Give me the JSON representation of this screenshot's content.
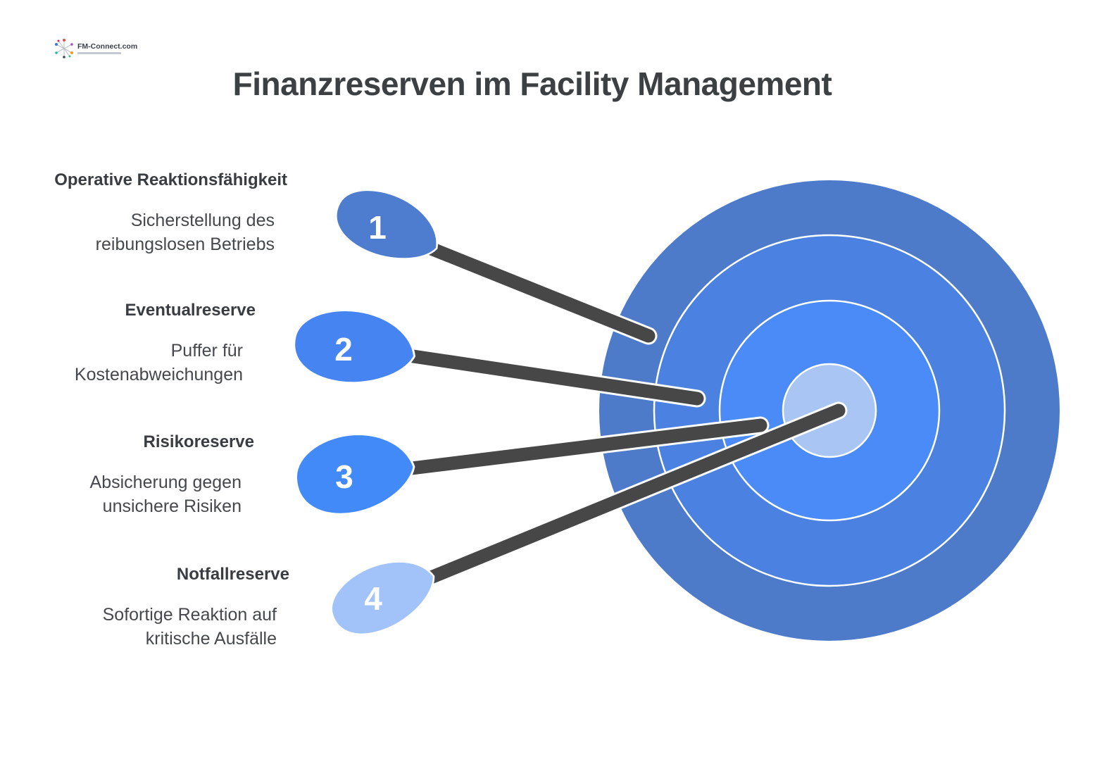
{
  "logo": {
    "text": "FM-Connect.com"
  },
  "title": "Finanzreserven im Facility Management",
  "items": [
    {
      "number": "1",
      "heading": "Operative Reaktionsfähigkeit",
      "desc_line1": "Sicherstellung des",
      "desc_line2": "reibungslosen Betriebs",
      "color": "#4E7CCE"
    },
    {
      "number": "2",
      "heading": "Eventualreserve",
      "desc_line1": "Puffer für",
      "desc_line2": "Kostenabweichungen",
      "color": "#4584F1"
    },
    {
      "number": "3",
      "heading": "Risikoreserve",
      "desc_line1": "Absicherung gegen",
      "desc_line2": "unsichere Risiken",
      "color": "#428AF8"
    },
    {
      "number": "4",
      "heading": "Notfallreserve",
      "desc_line1": "Sofortige Reaktion auf",
      "desc_line2": "kritische Ausfälle",
      "color": "#A1C3FA"
    }
  ],
  "target": {
    "ring_outer_color": "#4D7BCA",
    "ring_middle_color": "#4B81E0",
    "ring_inner_color": "#4B8BF7",
    "bullseye_color": "#A9C5F4",
    "arrow_color": "#474747"
  }
}
